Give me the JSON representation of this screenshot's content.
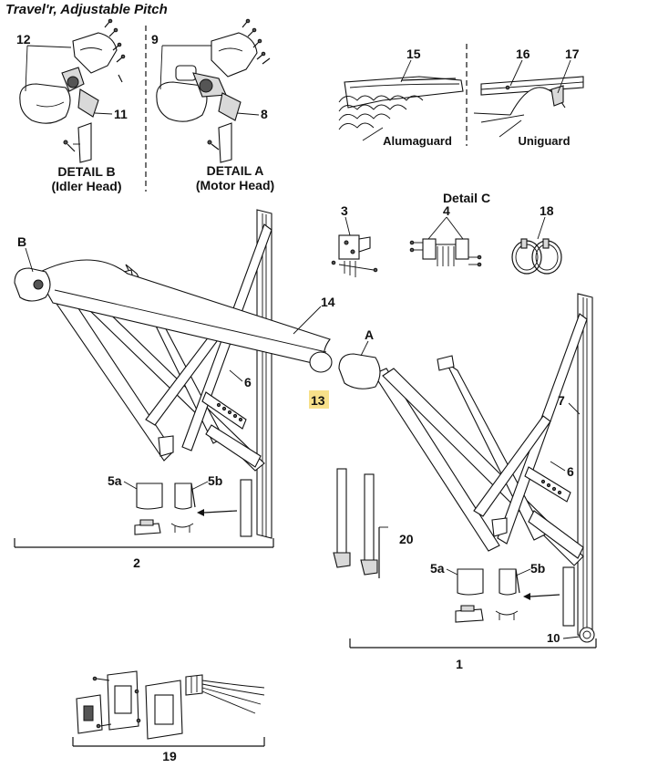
{
  "title": "Travel'r, Adjustable Pitch",
  "highlight_color": "#f7e08a",
  "details": {
    "b_title": "DETAIL B",
    "b_sub": "(Idler Head)",
    "a_title": "DETAIL A",
    "a_sub": "(Motor Head)",
    "c_title": "Detail C"
  },
  "guards": {
    "alumaguard": "Alumaguard",
    "uniguard": "Uniguard"
  },
  "callouts": {
    "n1": "1",
    "n2": "2",
    "n3": "3",
    "n4": "4",
    "n5a_left": "5a",
    "n5b_left": "5b",
    "n5a_right": "5a",
    "n5b_right": "5b",
    "n6_left": "6",
    "n6_right": "6",
    "n7": "7",
    "n8": "8",
    "n9": "9",
    "n10": "10",
    "n11": "11",
    "n12": "12",
    "n13": "13",
    "n14": "14",
    "n15": "15",
    "n16": "16",
    "n17": "17",
    "n18": "18",
    "n19": "19",
    "n20": "20",
    "letter_a": "A",
    "letter_b": "B"
  }
}
